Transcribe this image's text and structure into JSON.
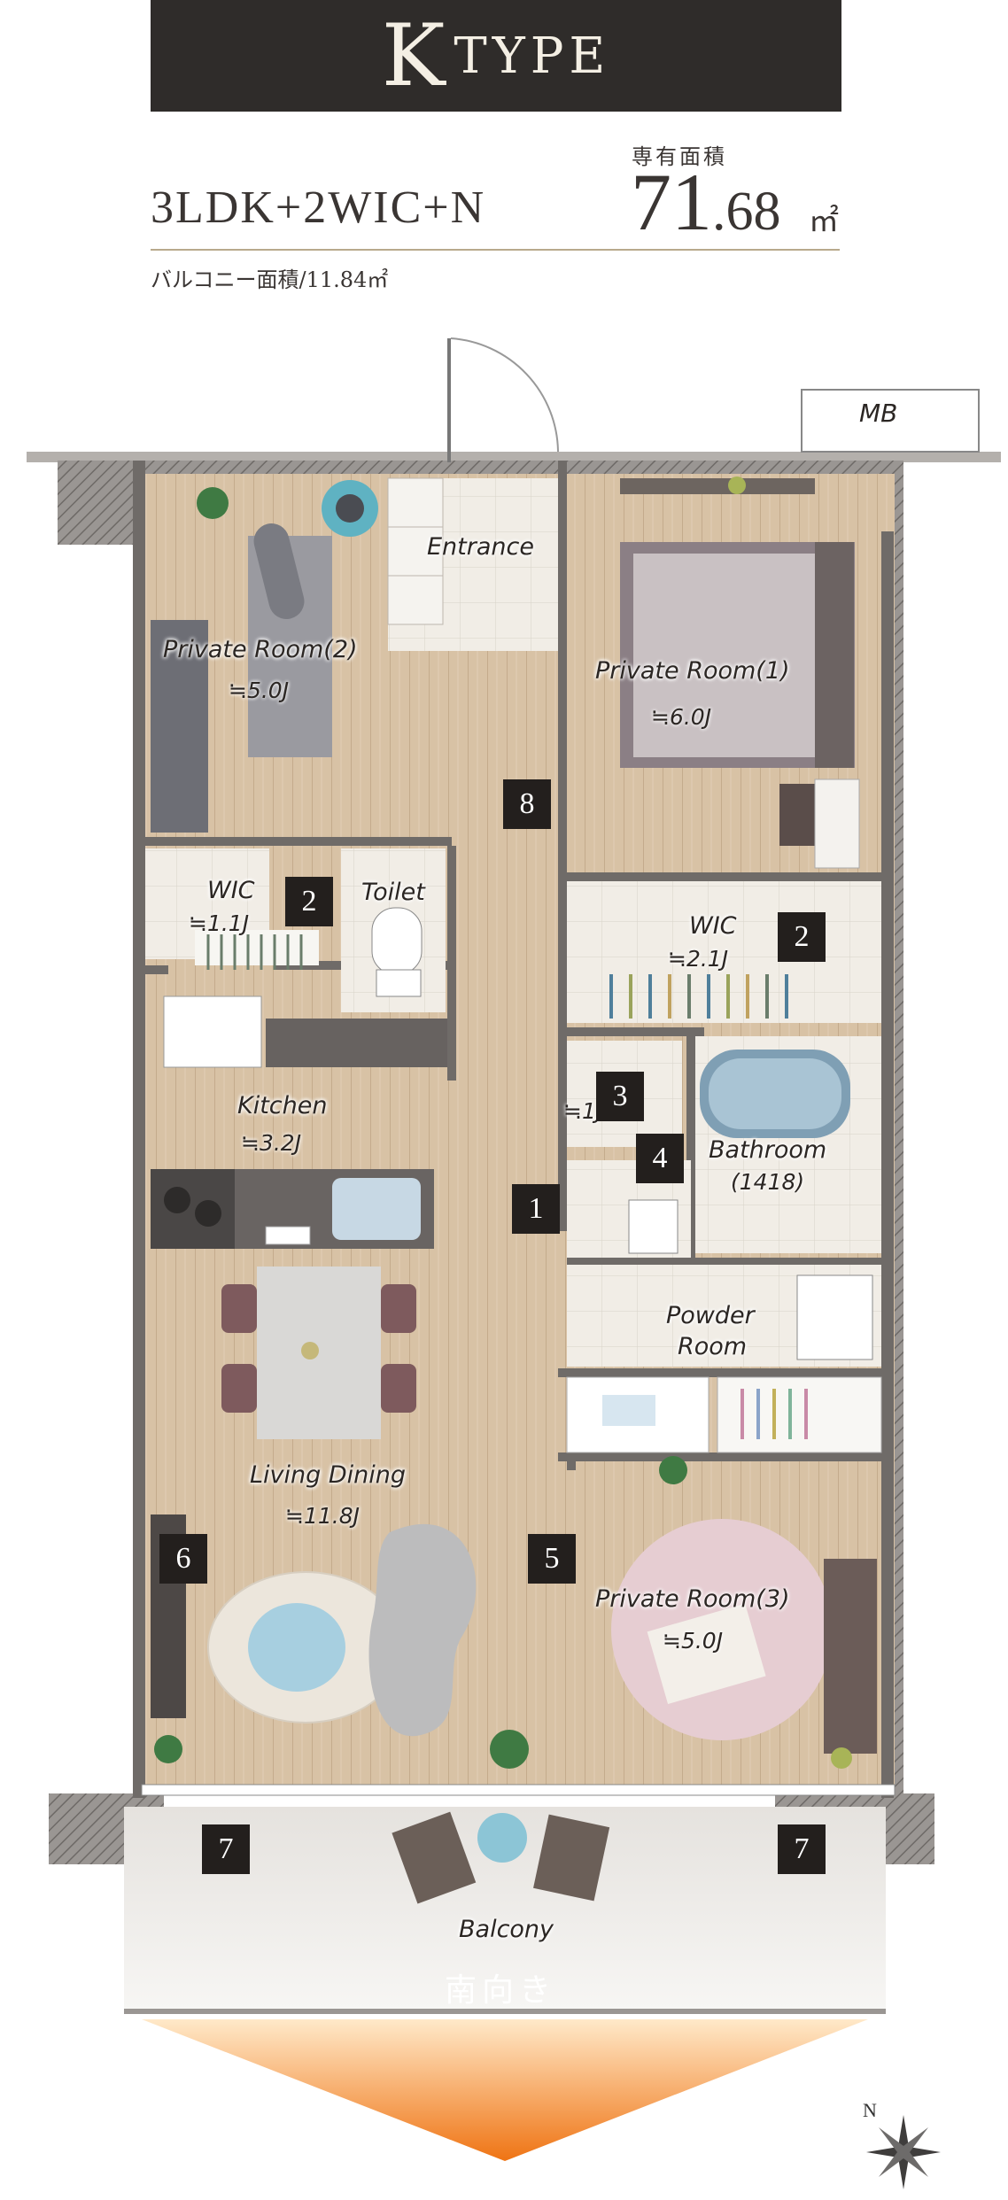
{
  "header": {
    "type_initial": "K",
    "type_word": "TYPE",
    "layout_code": "3LDK+2WIC+N",
    "exclusive_area_label": "専有面積",
    "exclusive_area_int": "71",
    "exclusive_area_dec": ".68",
    "area_unit": "㎡",
    "balcony_area": "バルコニー面積/11.84㎡"
  },
  "rooms": {
    "entrance": "Entrance",
    "private_room_2": "Private Room(2)",
    "private_room_2_size": "≒5.0J",
    "private_room_1": "Private Room(1)",
    "private_room_1_size": "≒6.0J",
    "wic_left": "WIC",
    "wic_left_size": "≒1.1J",
    "toilet": "Toilet",
    "wic_right": "WIC",
    "wic_right_size": "≒2.1J",
    "kitchen": "Kitchen",
    "kitchen_size": "≒3.2J",
    "storage_size": "≒1J",
    "bathroom": "Bathroom",
    "bathroom_code": "(1418)",
    "powder_room_1": "Powder",
    "powder_room_2": "Room",
    "living_dining": "Living Dining",
    "living_dining_size": "≒11.8J",
    "private_room_3": "Private Room(3)",
    "private_room_3_size": "≒5.0J",
    "balcony": "Balcony",
    "mb": "MB"
  },
  "badges": {
    "b8": "8",
    "b2_left": "2",
    "b2_right": "2",
    "b3": "3",
    "b4": "4",
    "b1": "1",
    "b5": "5",
    "b6": "6",
    "b7_left": "7",
    "b7_right": "7"
  },
  "orientation": {
    "south_label": "南向き",
    "north_letter": "N"
  },
  "colors": {
    "banner": "#2f2c2a",
    "floor_wood": "#d9c3a6",
    "wall": "#8a8683",
    "tile": "#eeeae3",
    "badge": "#231f1d",
    "arrow_top": "#ffe2b8",
    "arrow_bottom": "#f07a18"
  }
}
